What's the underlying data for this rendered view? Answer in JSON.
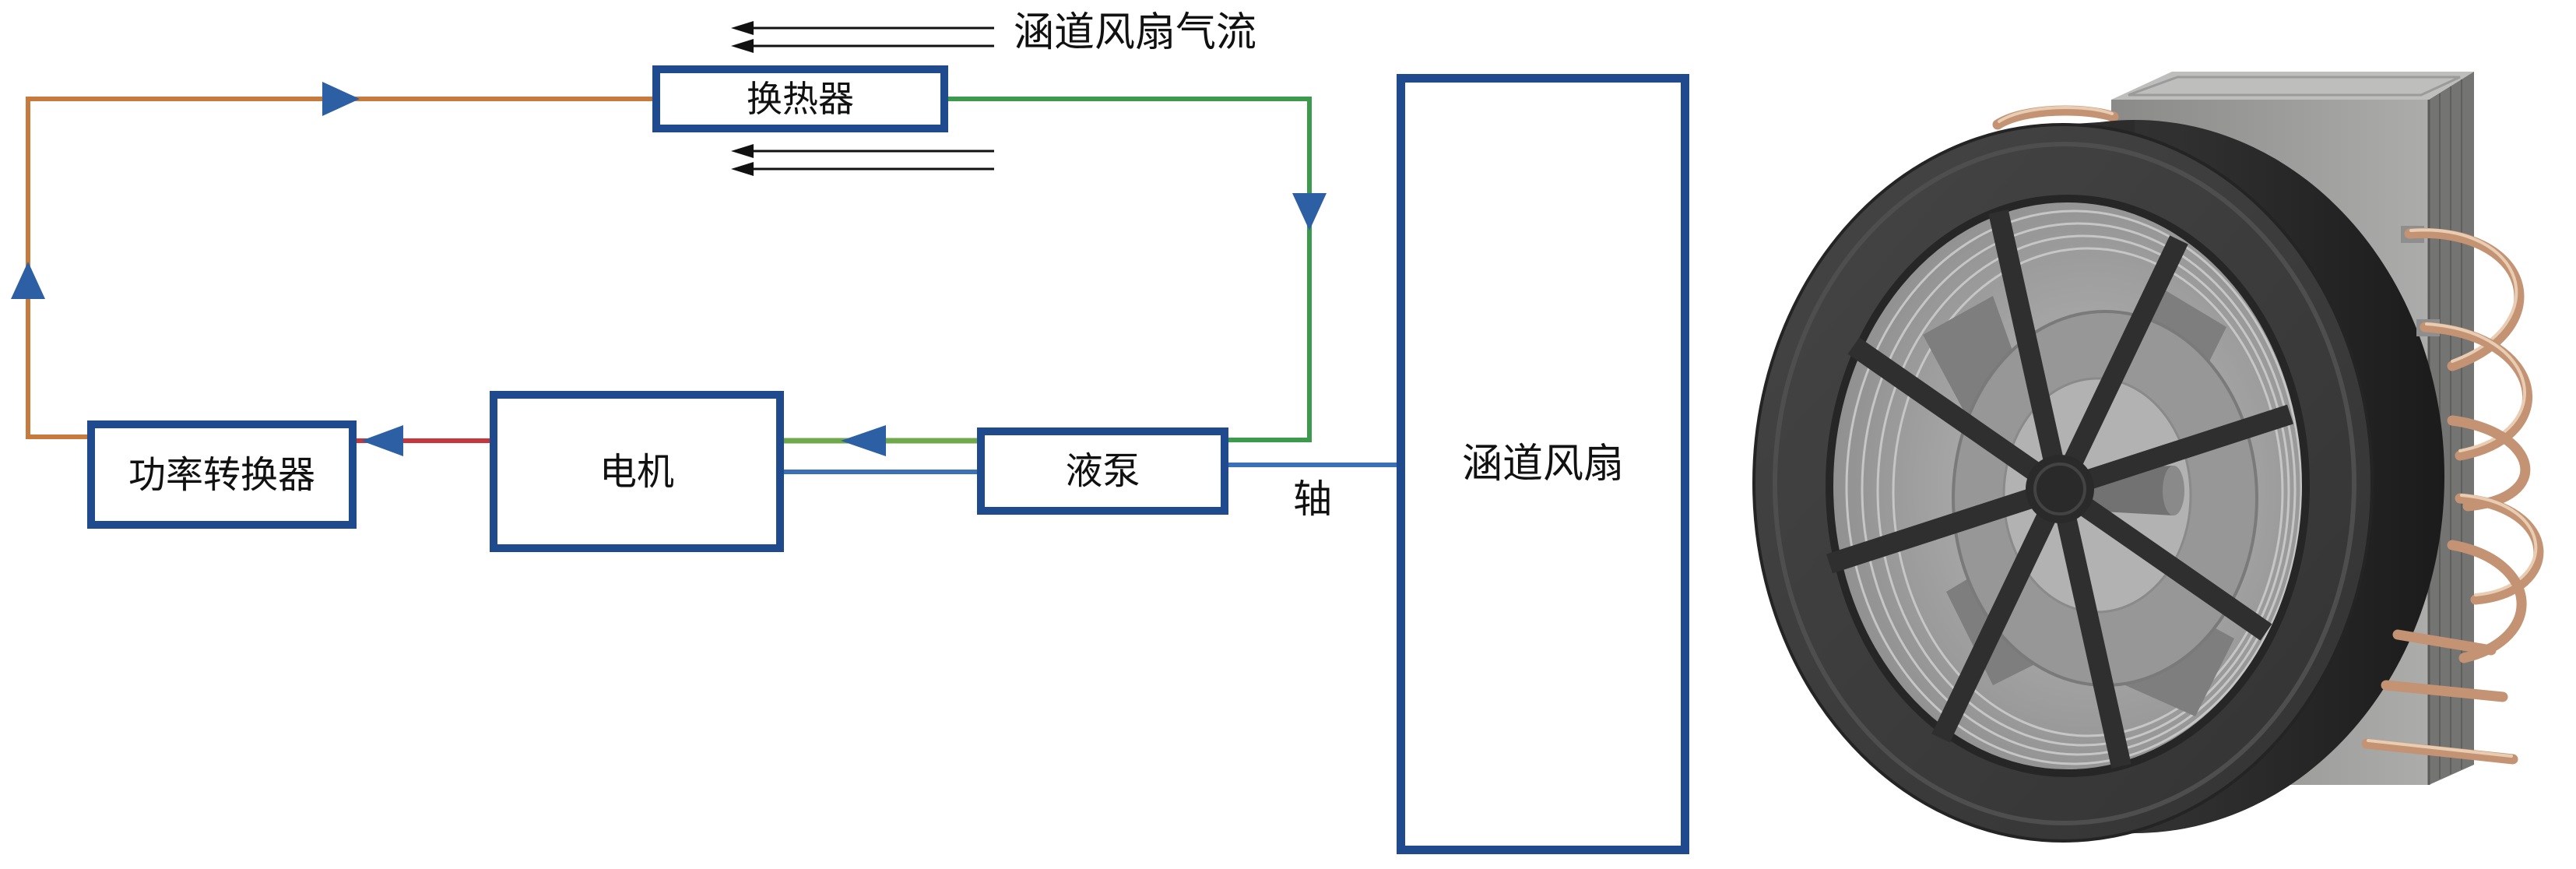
{
  "diagram": {
    "airflow_label": "涵道风扇气流",
    "nodes": {
      "heat_exchanger": "换热器",
      "liquid_pump": "液泵",
      "motor": "电机",
      "power_converter": "功率转换器",
      "ducted_fan": "涵道风扇"
    },
    "shaft_label": "轴"
  },
  "colors": {
    "box_border": "#1f4b8e",
    "hot_coolant_line": "#c67a3c",
    "cold_coolant_line": "#3b9a4b",
    "pump_motor_line": "#70a84c",
    "power_line": "#c8363b",
    "shaft_line": "#3a70b8",
    "flow_arrowhead": "#2c5fa3",
    "airflow_arrow": "#111111"
  }
}
